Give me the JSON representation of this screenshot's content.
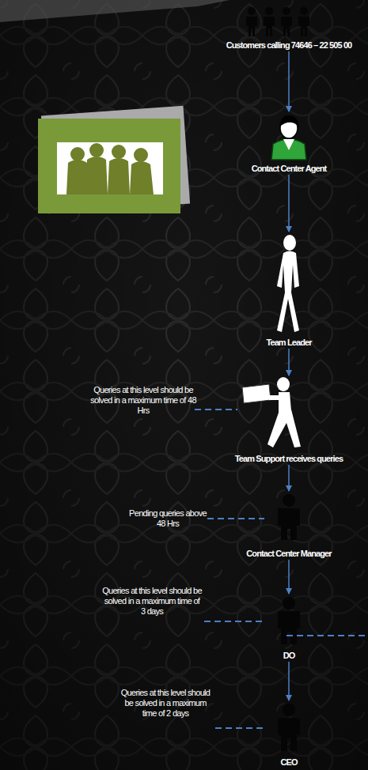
{
  "diagram": {
    "nodes": [
      {
        "text": [
          "Customers calling 74646 – 22 505 00"
        ]
      },
      {
        "text": [
          "Contact Center Agent"
        ]
      },
      {
        "text": [
          "Team Leader"
        ]
      },
      {
        "text": [
          "Team Support receives queries"
        ]
      },
      {
        "text": [
          "Contact Center Manager"
        ]
      },
      {
        "text": [
          "DO"
        ]
      },
      {
        "text": [
          "CEO"
        ]
      }
    ],
    "edges": [
      {
        "from": 0,
        "to": 1,
        "arrow": "to"
      },
      {
        "from": 1,
        "to": 2,
        "arrow": "to"
      },
      {
        "from": 2,
        "to": 3,
        "arrow": "to"
      },
      {
        "from": 3,
        "to": 4,
        "arrow": "to"
      },
      {
        "from": 4,
        "to": 5,
        "arrow": "to"
      },
      {
        "from": 5,
        "to": 6,
        "arrow": "to"
      }
    ],
    "labels": [
      "Queries at this level should be solved in a maximum time of 48 Hrs",
      "Pending queries above 48 Hrs",
      "Queries at this level should be solved in a maximum time of 3 days",
      "Queries at this level should be solved in a maximum time of 2 days"
    ]
  }
}
